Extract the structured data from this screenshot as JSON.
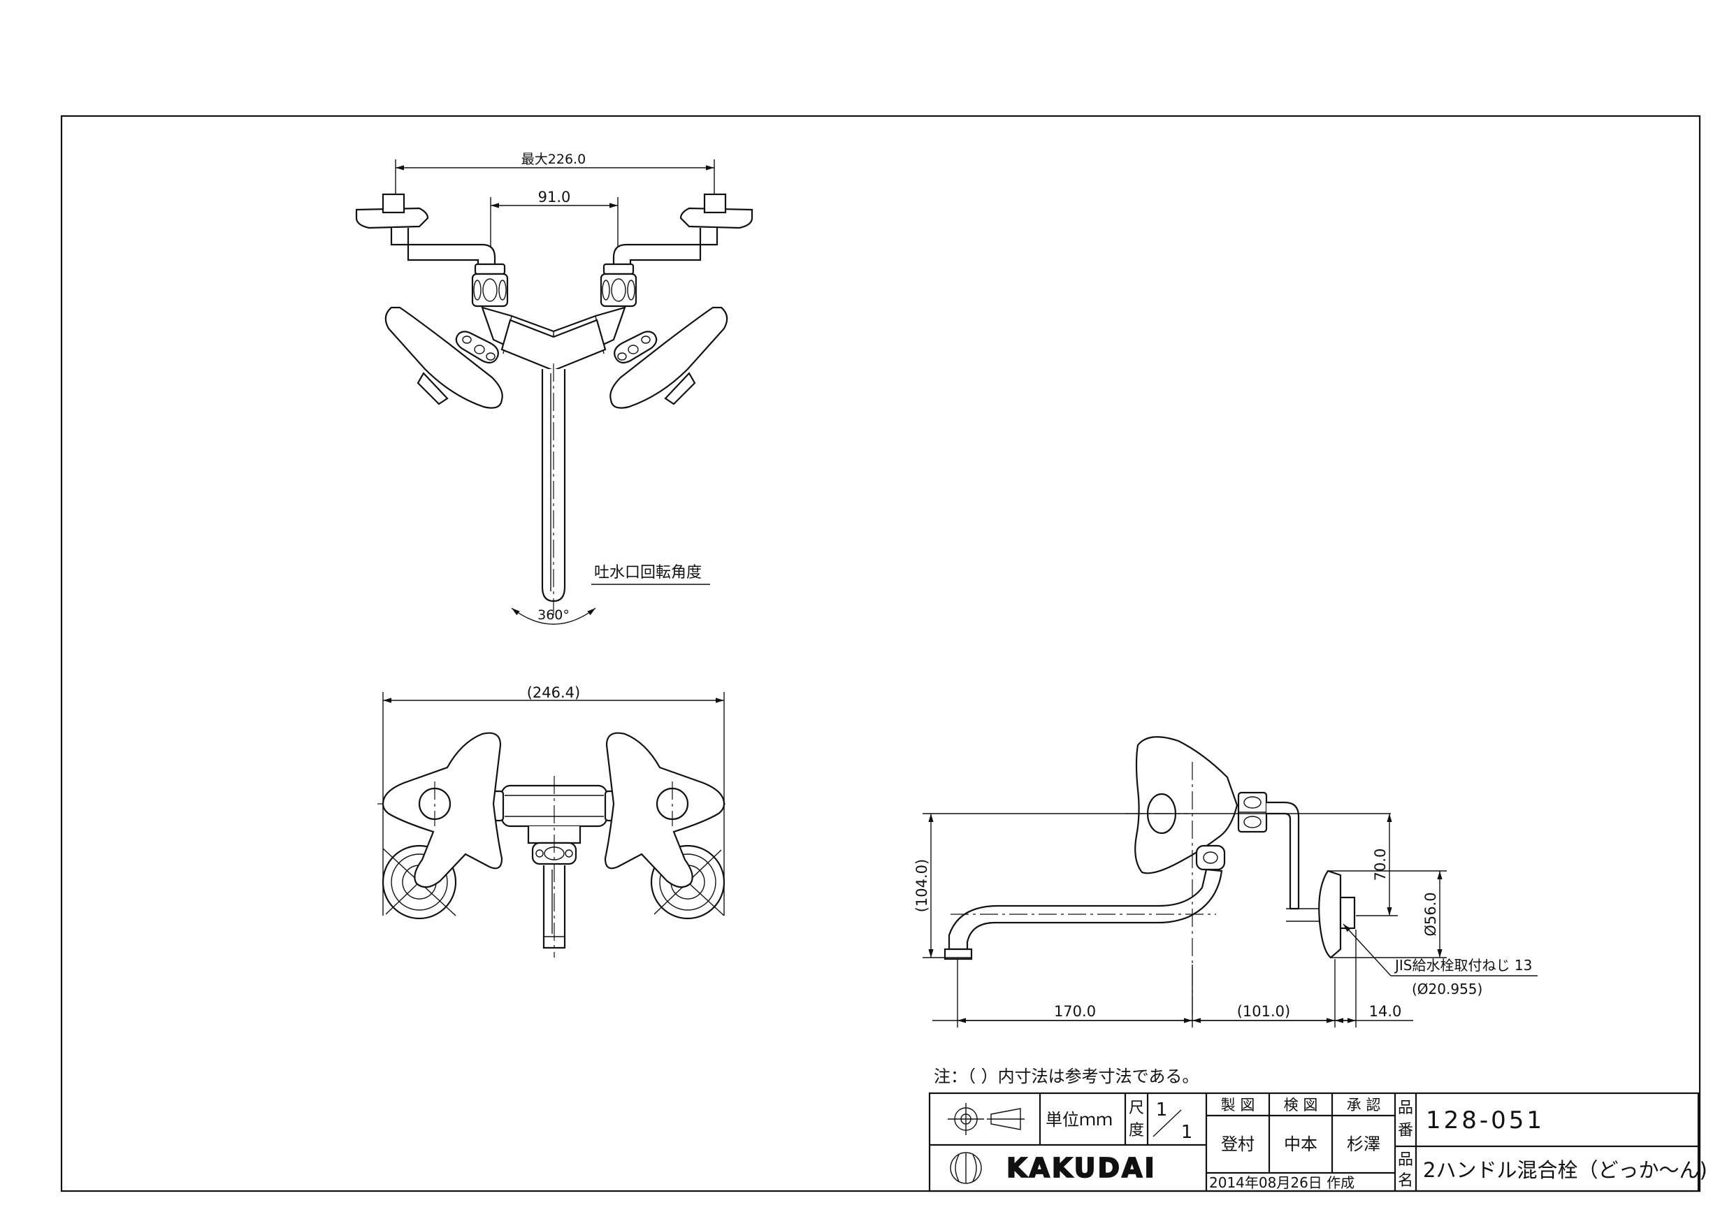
{
  "dimensions": {
    "top_max_width": "最大226.0",
    "top_inner_width": "91.0",
    "spout_rotation_label": "吐水口回転角度",
    "spout_rotation_angle": "360°",
    "front_width": "(246.4)",
    "side_height": "(104.0)",
    "side_offset": "70.0",
    "flange_diameter": "Ø56.0",
    "thread_label": "JIS給水栓取付ねじ 13",
    "thread_diameter": "(Ø20.955)",
    "side_reach": "170.0",
    "side_depth": "(101.0)",
    "side_flange": "14.0"
  },
  "note": "注：（ ）内寸法は参考寸法である。",
  "title_block": {
    "unit_label": "単位ｍｍ",
    "scale_label_1": "尺",
    "scale_label_2": "度",
    "scale_num": "1",
    "scale_den": "1",
    "drawn_header": "製 図",
    "checked_header": "検 図",
    "approved_header": "承 認",
    "drawn_by": "登村",
    "checked_by": "中本",
    "approved_by": "杉澤",
    "part_no_label_1": "品",
    "part_no_label_2": "番",
    "part_no": "128-051",
    "name_label_1": "品",
    "name_label_2": "名",
    "product_name": "2ハンドル混合栓（どっか〜ん)",
    "company": "KAKUDAI",
    "date": "2014年08月26日  作成"
  }
}
